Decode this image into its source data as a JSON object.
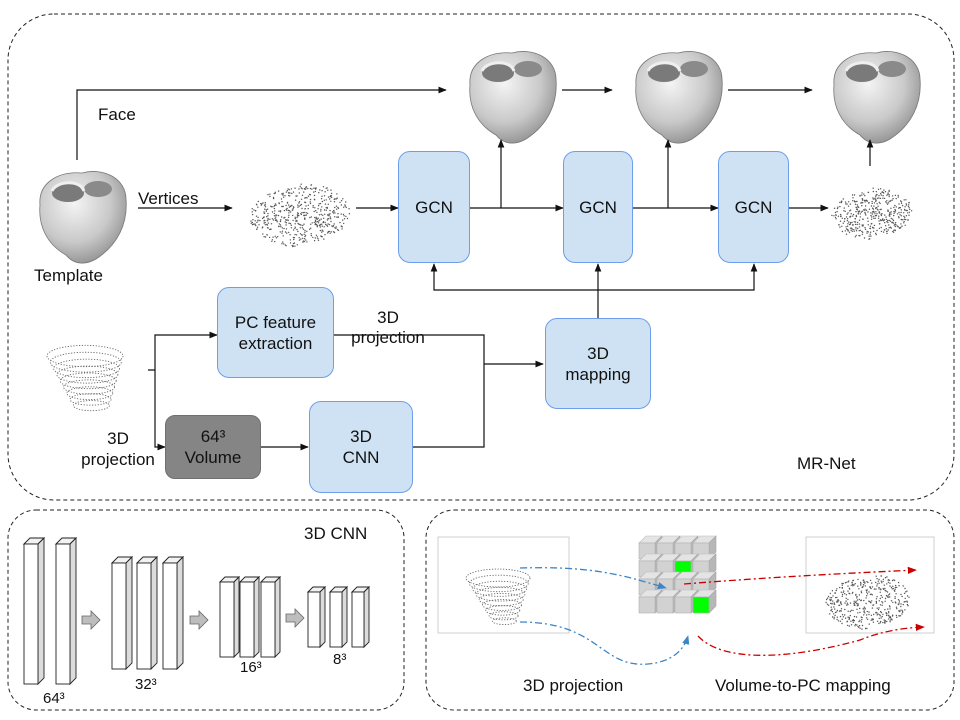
{
  "labels": {
    "face": "Face",
    "vertices": "Vertices",
    "template": "Template",
    "projection_top": "3D\nprojection",
    "projection_left": "3D\nprojection",
    "mrnet": "MR-Net",
    "cnn_title": "3D CNN",
    "res_64": "64³",
    "res_32": "32³",
    "res_16": "16³",
    "res_8": "8³",
    "panel_projection": "3D projection",
    "panel_mapping": "Volume-to-PC mapping"
  },
  "boxes": {
    "gcn1": "GCN",
    "gcn2": "GCN",
    "gcn3": "GCN",
    "pc_feature": "PC feature\nextraction",
    "volume": "64³\nVolume",
    "cnn": "3D\nCNN",
    "mapping": "3D\nmapping"
  },
  "colors": {
    "box_fill": "#cfe2f3",
    "box_border": "#6d9eeb",
    "volume_fill": "#858585",
    "highlight_voxel": "#00ff00",
    "mapping_arrow": "#cc0000",
    "projection_arrow": "#3d85c6"
  }
}
